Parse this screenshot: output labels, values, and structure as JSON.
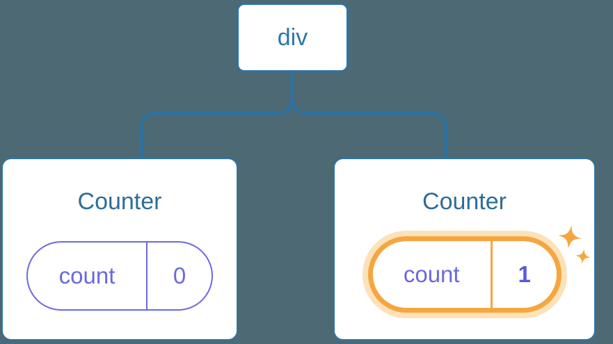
{
  "root_node": {
    "label": "div"
  },
  "counters": [
    {
      "title": "Counter",
      "state_label": "count",
      "state_value": "0",
      "highlighted": false
    },
    {
      "title": "Counter",
      "state_label": "count",
      "state_value": "1",
      "highlighted": true
    }
  ],
  "icons": {
    "sparkles": "four-point-star sparkles marking updated state"
  },
  "colors": {
    "background": "#4D6973",
    "connector_blue": "#2C73A4",
    "node_border_blue": "#2E74A6",
    "root_label_blue": "#2D77AB",
    "heading_blue": "#2D6D96",
    "state_purple": "#6B68E0",
    "value_bold_purple": "#5B58D8",
    "highlight_orange": "#F6A63F",
    "highlight_glow_orange": "#FBE2BB",
    "card_background": "#FFFFFF"
  }
}
